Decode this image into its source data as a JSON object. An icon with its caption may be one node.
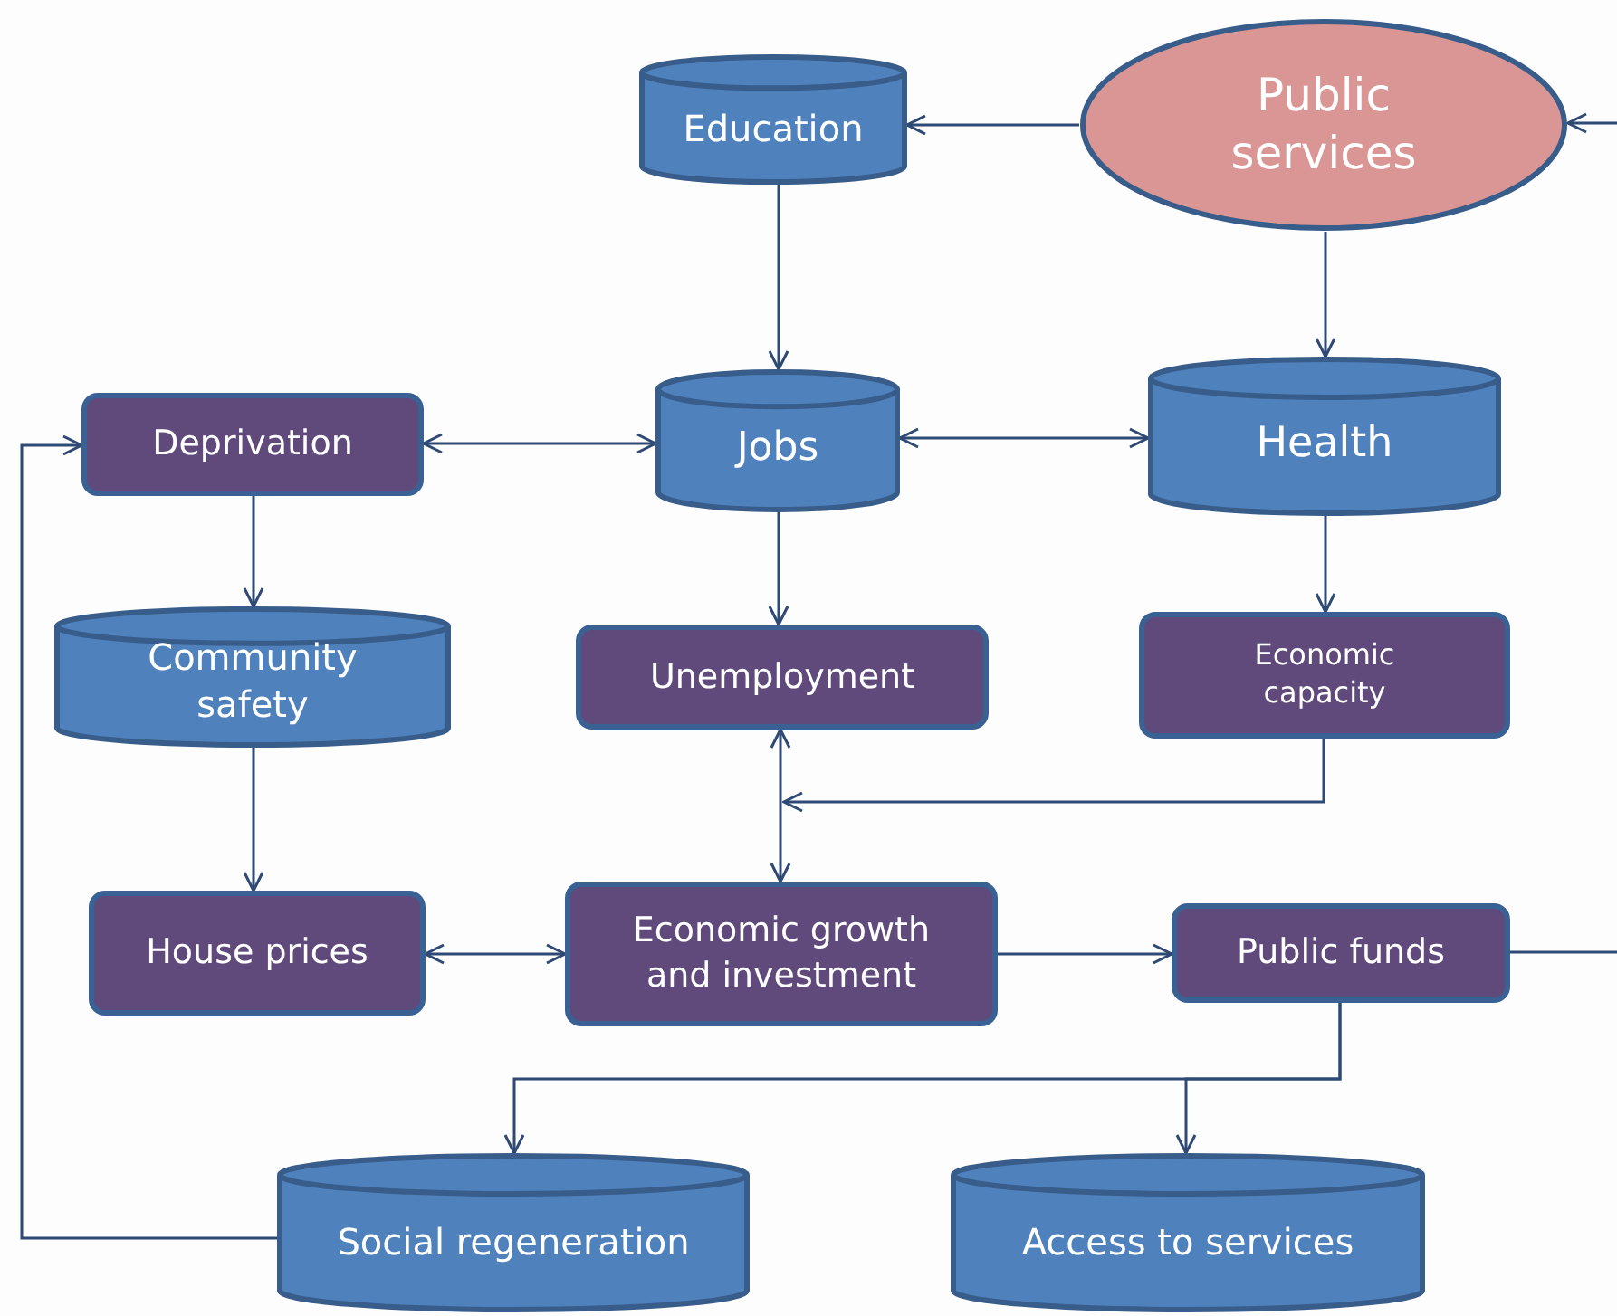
{
  "diagram": {
    "nodes": [
      {
        "text": [
          "Education"
        ]
      },
      {
        "text": [
          "Public services"
        ]
      },
      {
        "text": [
          "Deprivation"
        ]
      },
      {
        "text": [
          "Jobs"
        ]
      },
      {
        "text": [
          "Health"
        ]
      },
      {
        "text": [
          "Community safety"
        ]
      },
      {
        "text": [
          "Unemployment"
        ]
      },
      {
        "text": [
          "Economic capacity"
        ]
      },
      {
        "text": [
          "House prices"
        ]
      },
      {
        "text": [
          "Economic growth and investment"
        ]
      },
      {
        "text": [
          "Public funds"
        ]
      },
      {
        "text": [
          "Social regeneration"
        ]
      },
      {
        "text": [
          "Access to services"
        ]
      }
    ],
    "edges": [
      {
        "from": 1,
        "to": 0,
        "arrow": "to"
      },
      {
        "from": null,
        "to": 1,
        "arrow": "to"
      },
      {
        "from": 0,
        "to": 3,
        "arrow": "to"
      },
      {
        "from": 1,
        "to": 4,
        "arrow": "to"
      },
      {
        "from": 2,
        "to": 3,
        "arrow": "both"
      },
      {
        "from": 3,
        "to": 4,
        "arrow": "both"
      },
      {
        "from": 2,
        "to": 5,
        "arrow": "to"
      },
      {
        "from": 3,
        "to": 6,
        "arrow": "to"
      },
      {
        "from": 4,
        "to": 7,
        "arrow": "to"
      },
      {
        "from": 6,
        "to": 9,
        "arrow": "both"
      },
      {
        "from": 7,
        "to": null,
        "arrow": "to"
      },
      {
        "from": 5,
        "to": 8,
        "arrow": "to"
      },
      {
        "from": 8,
        "to": 9,
        "arrow": "both"
      },
      {
        "from": 9,
        "to": 10,
        "arrow": "to"
      },
      {
        "from": 10,
        "to": null,
        "arrow": "none"
      },
      {
        "from": 10,
        "to": 11,
        "arrow": "to"
      },
      {
        "from": 10,
        "to": 12,
        "arrow": "to"
      },
      {
        "from": 11,
        "to": 2,
        "arrow": "to"
      }
    ]
  }
}
